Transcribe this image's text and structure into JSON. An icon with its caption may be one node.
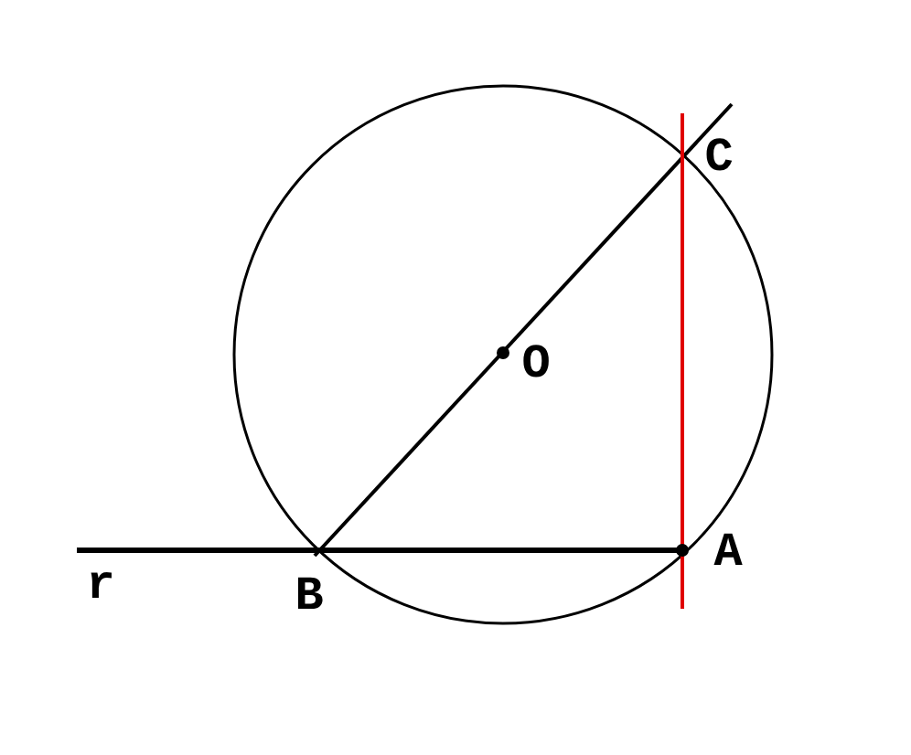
{
  "diagram": {
    "labels": [
      "C",
      "O",
      "A",
      "B",
      "r"
    ]
  }
}
